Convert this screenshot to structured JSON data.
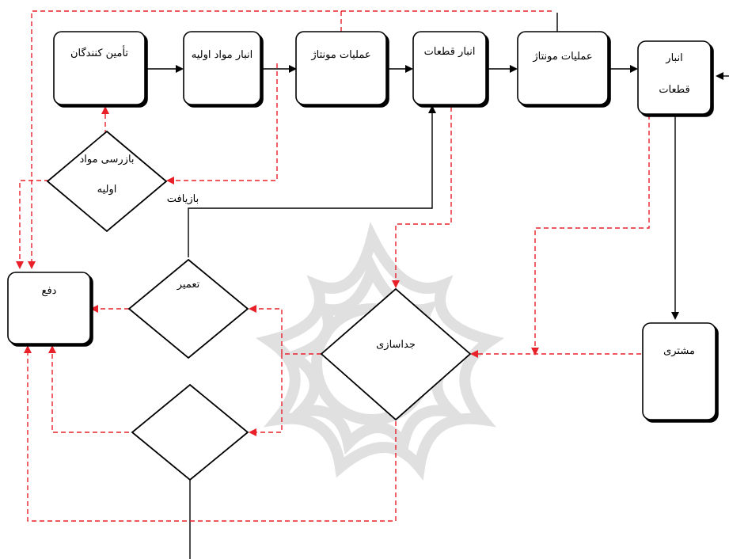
{
  "nodes": {
    "suppliers": "تأمین کنندگان",
    "raw_storage": "انبار مواد اولیه",
    "assembly_1": "عملیات مونتاژ",
    "parts_storage_1": "انبار قطعات",
    "assembly_2": "عملیات مونتاژ",
    "parts_storage_2_line1": "انبار",
    "parts_storage_2_line2": "قطعات",
    "raw_inspection_line1": "بازرسی مواد",
    "raw_inspection_line2": "اولیه",
    "disposal": "دفع",
    "repair": "تعمیر",
    "sorting": "جداسازی",
    "customer": "مشتری",
    "blank_decision": ""
  },
  "edge_labels": {
    "recycle": "بازیافت"
  },
  "colors": {
    "material_flow": "#000000",
    "return_flow": "#e8202a",
    "watermark": "#d9d9d9"
  }
}
